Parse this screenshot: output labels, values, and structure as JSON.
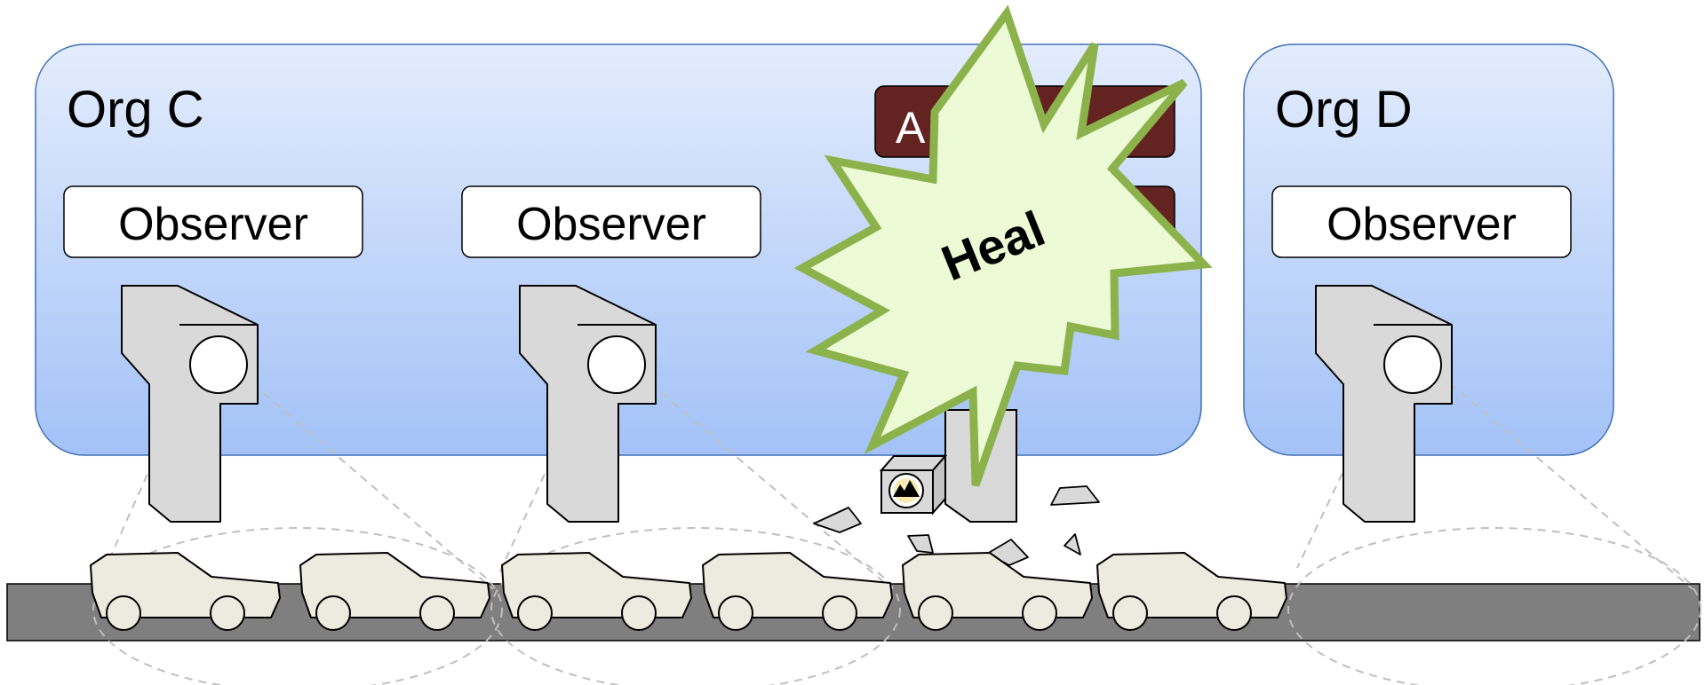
{
  "org_c": {
    "title": "Org C"
  },
  "org_d": {
    "title": "Org D"
  },
  "observer_label": "Observer",
  "hidden_box_label": "A",
  "starburst_label": "Heal",
  "colors": {
    "org_gradient_top": "#e3ecfd",
    "org_gradient_bottom": "#a3c2f7",
    "org_border": "#3f6fb6",
    "road": "#7f7f7f",
    "car_fill": "#edebe0",
    "camera_fill": "#d9d9d9",
    "dark_box": "#632321",
    "starburst_fill": "#ecfad6",
    "starburst_stroke": "#8cb24c",
    "view_cone": "#bfbfbf"
  },
  "icons": [
    "camera-icon",
    "car-icon",
    "broken-camera-icon",
    "debris-icon"
  ]
}
